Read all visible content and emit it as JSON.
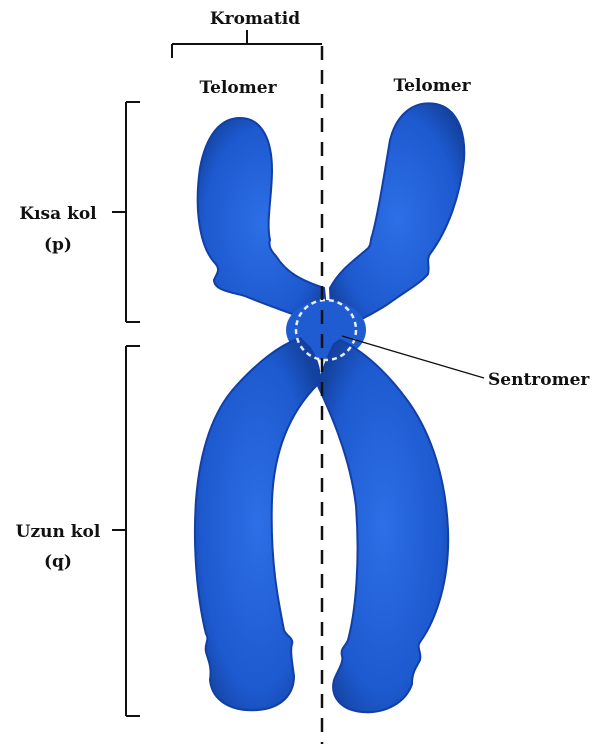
{
  "labels": {
    "chromatid": "Kromatid",
    "telomere_left": "Telomer",
    "telomere_right": "Telomer",
    "short_arm_line1": "Kısa kol",
    "short_arm_line2": "(p)",
    "long_arm_line1": "Uzun kol",
    "long_arm_line2": "(q)",
    "centromere": "Sentromer"
  },
  "colors": {
    "chromosome_fill": "#1d59cf",
    "chromosome_edge": "#123fa6",
    "centromere_circle": "#dfe8ff",
    "line": "#111111",
    "background": "#ffffff"
  }
}
